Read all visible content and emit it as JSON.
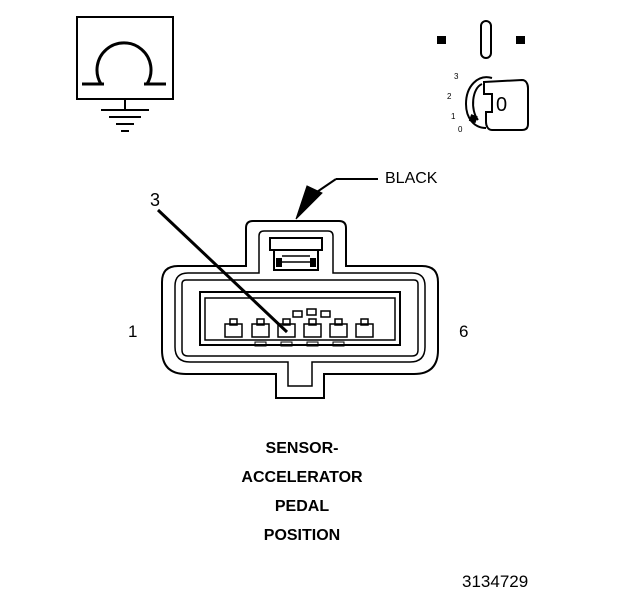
{
  "labels": {
    "wire_color": "BLACK",
    "callout_pin": "3",
    "pin_left": "1",
    "pin_right": "6",
    "key_positions": [
      "3",
      "2",
      "1",
      "0"
    ],
    "key_text": "0"
  },
  "caption": {
    "lines": [
      "SENSOR-",
      "ACCELERATOR",
      "PEDAL",
      "POSITION"
    ]
  },
  "figure_number": "3134729",
  "icons": {
    "ohmmeter": "ohm-ground-icon",
    "ignition": "ignition-key-off-icon"
  }
}
